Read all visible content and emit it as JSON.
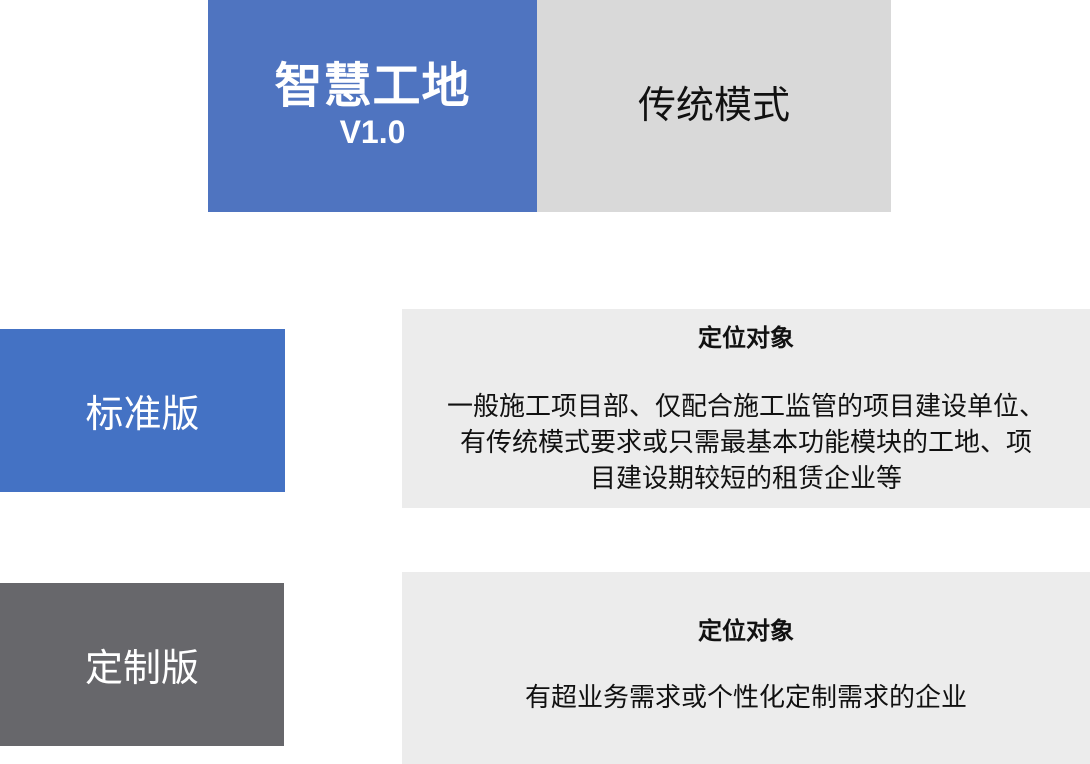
{
  "header": {
    "brand_title": "智慧工地",
    "brand_version": "V1.0",
    "traditional_label": "传统模式"
  },
  "editions": {
    "standard": {
      "label": "标准版",
      "heading": "定位对象",
      "desc_lines": [
        "一般施工项目部、仅配合施工监管的项目建设单位、",
        "有传统模式要求或只需最基本功能模块的工地、项",
        "目建设期较短的租赁企业等"
      ]
    },
    "custom": {
      "label": "定制版",
      "heading": "定位对象",
      "desc_lines": [
        "有超业务需求或个性化定制需求的企业"
      ]
    }
  },
  "colors": {
    "brand_blue": "#4f74c0",
    "standard_blue": "#4472c4",
    "custom_gray": "#67676b",
    "traditional_gray": "#d9d9d9",
    "panel_gray": "#ececec"
  }
}
